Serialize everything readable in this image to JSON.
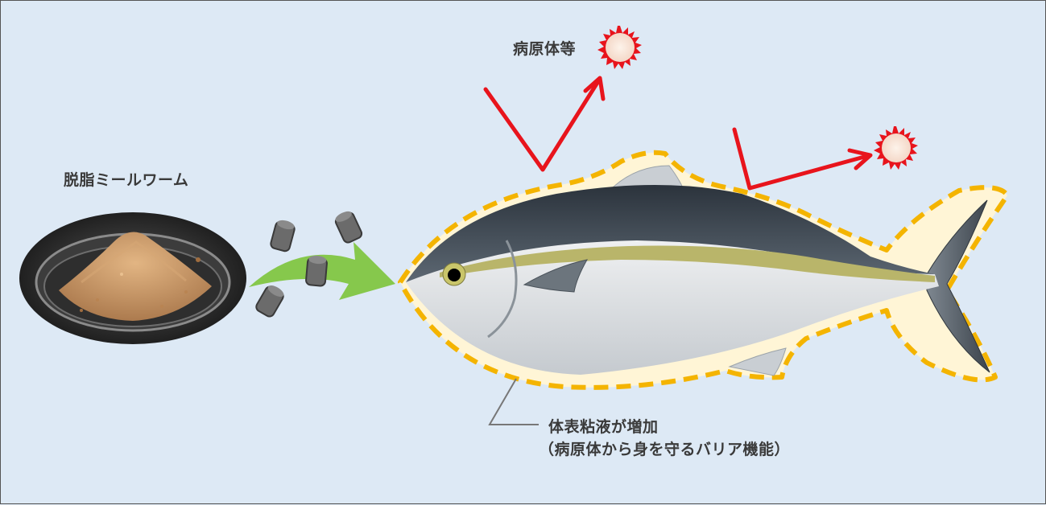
{
  "labels": {
    "meal": "脱脂ミールワーム",
    "pathogen": "病原体等",
    "mucus_line1": "体表粘液が増加",
    "mucus_line2": "（病原体から身を守るバリア機能）"
  },
  "colors": {
    "background": "#dde9f5",
    "arrow_green": "#86c84c",
    "deflect_arrow": "#e8141c",
    "mucus_outline": "#f4b400",
    "mucus_glow": "#fff5d6",
    "fish_back": "#3d4650",
    "fish_stripe": "#b9b56a",
    "fish_belly": "#e4e7ea",
    "pellet": "#6b6b6b",
    "powder": "#c79a6a"
  }
}
